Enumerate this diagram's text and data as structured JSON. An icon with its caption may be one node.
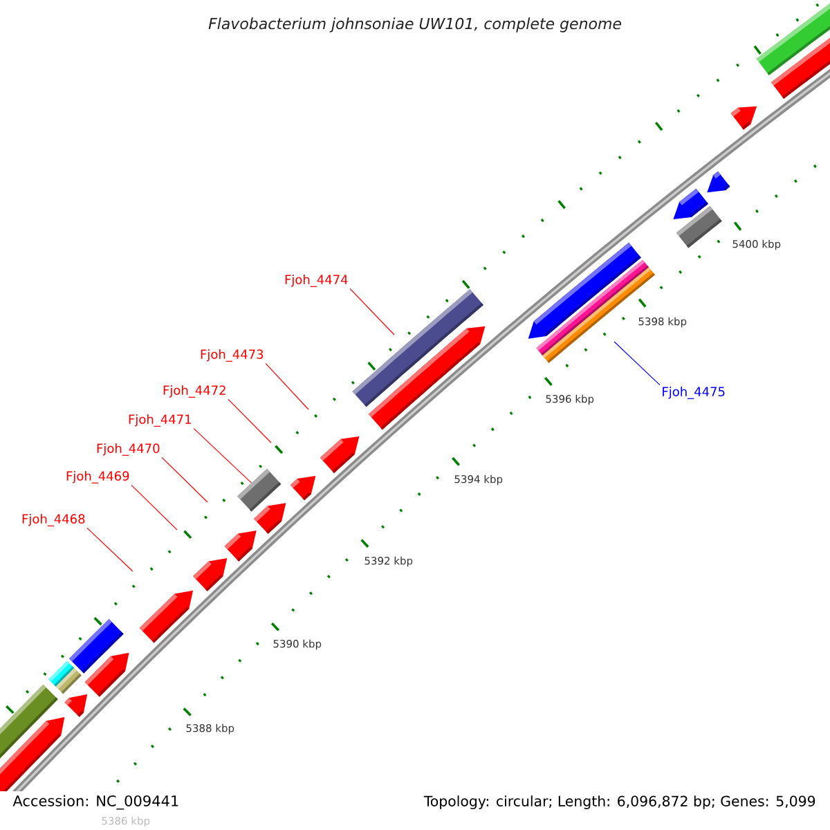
{
  "diagram": {
    "title": "Flavobacterium johnsoniae UW101, complete genome",
    "nodes": [
      {
        "text": [
          "Fjoh_4474"
        ]
      },
      {
        "text": [
          "Fjoh_4473"
        ]
      },
      {
        "text": [
          "Fjoh_4472"
        ]
      },
      {
        "text": [
          "Fjoh_4475"
        ]
      },
      {
        "text": [
          "Fjoh_4471"
        ]
      },
      {
        "text": [
          "Fjoh_4470"
        ]
      },
      {
        "text": [
          "Fjoh_4469"
        ]
      },
      {
        "text": [
          "Fjoh_4468"
        ]
      },
      {
        "text": [],
        "shape": "bar"
      },
      {
        "text": [],
        "shape": "bar"
      }
    ],
    "edges": [
      {
        "from": 0,
        "to": null,
        "arrow": "none"
      },
      {
        "from": 1,
        "to": null,
        "arrow": "none"
      },
      {
        "from": 2,
        "to": null,
        "arrow": "none"
      },
      {
        "from": 3,
        "to": null,
        "arrow": "none",
        "color": "#0000ff"
      },
      {
        "from": 4,
        "to": 8,
        "arrow": "none"
      },
      {
        "from": 5,
        "to": null,
        "arrow": "none"
      },
      {
        "from": 6,
        "to": null,
        "arrow": "none"
      },
      {
        "from": 7,
        "to": null,
        "arrow": "none"
      }
    ],
    "labels": [
      "5400 kbp",
      "5398 kbp",
      "5396 kbp",
      "5394 kbp",
      "5392 kbp",
      "5390 kbp",
      "5388 kbp",
      "Accession: NC_009441",
      "Topology: circular; Length: 6,096,872 bp; Genes: 5,099",
      "5386 kbp"
    ]
  }
}
